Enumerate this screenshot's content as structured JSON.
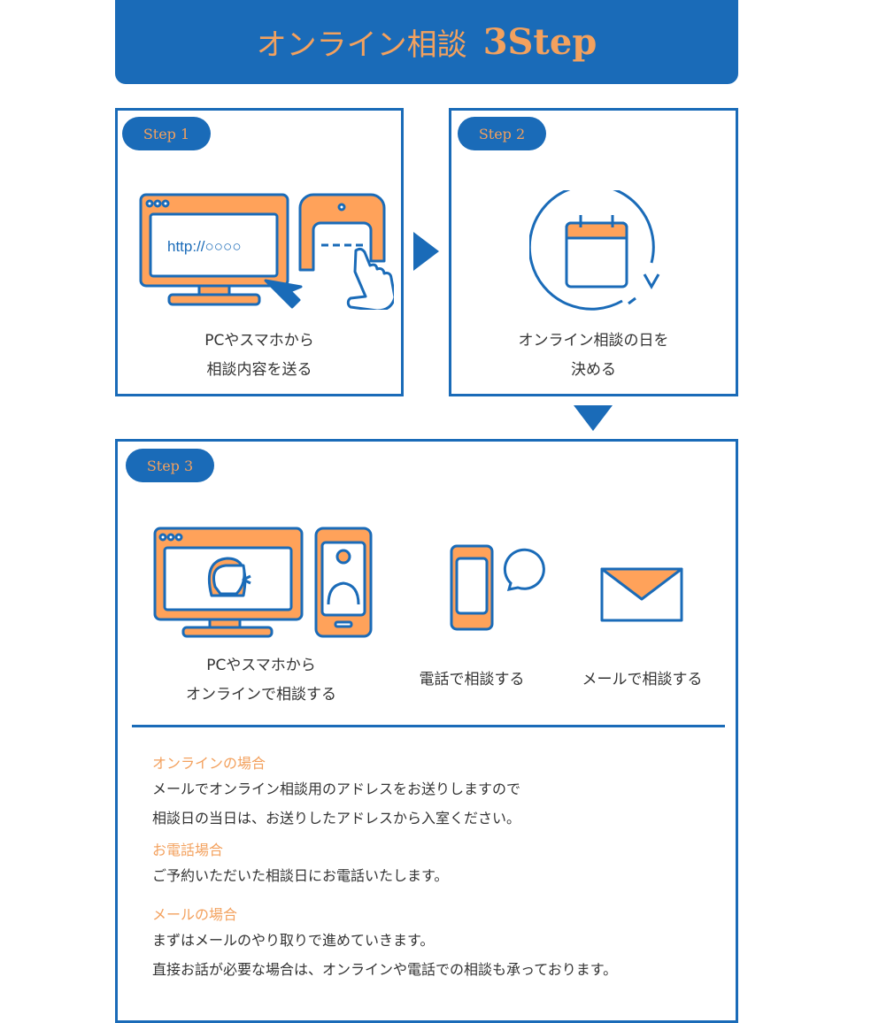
{
  "header": {
    "title": "オンライン相談",
    "step_label": "3Step"
  },
  "step1": {
    "badge": "Step 1",
    "url": "http://○○○○",
    "caption": [
      "PCやスマホから",
      "相談内容を送る"
    ]
  },
  "step2": {
    "badge": "Step 2",
    "caption": [
      "オンライン相談の日を",
      "決める"
    ]
  },
  "step3": {
    "badge": "Step 3",
    "captions": {
      "online": [
        "PCやスマホから",
        "オンラインで相談する"
      ],
      "phone": "電話で相談する",
      "mail": "メールで相談する"
    },
    "sections": [
      {
        "heading": "オンラインの場合",
        "lines": [
          "メールでオンライン相談用のアドレスをお送りしますので",
          "相談日の当日は、お送りしたアドレスから入室ください。"
        ]
      },
      {
        "heading": "お電話場合",
        "lines": [
          "ご予約いただいた相談日にお電話いたします。"
        ]
      },
      {
        "heading": "メールの場合",
        "lines": [
          "まずはメールのやり取りで進めていきます。",
          "直接お話が必要な場合は、オンラインや電話での相談も承っております。"
        ]
      }
    ]
  },
  "colors": {
    "blue": "#1a6bb8",
    "orange": "#ffa25a"
  }
}
